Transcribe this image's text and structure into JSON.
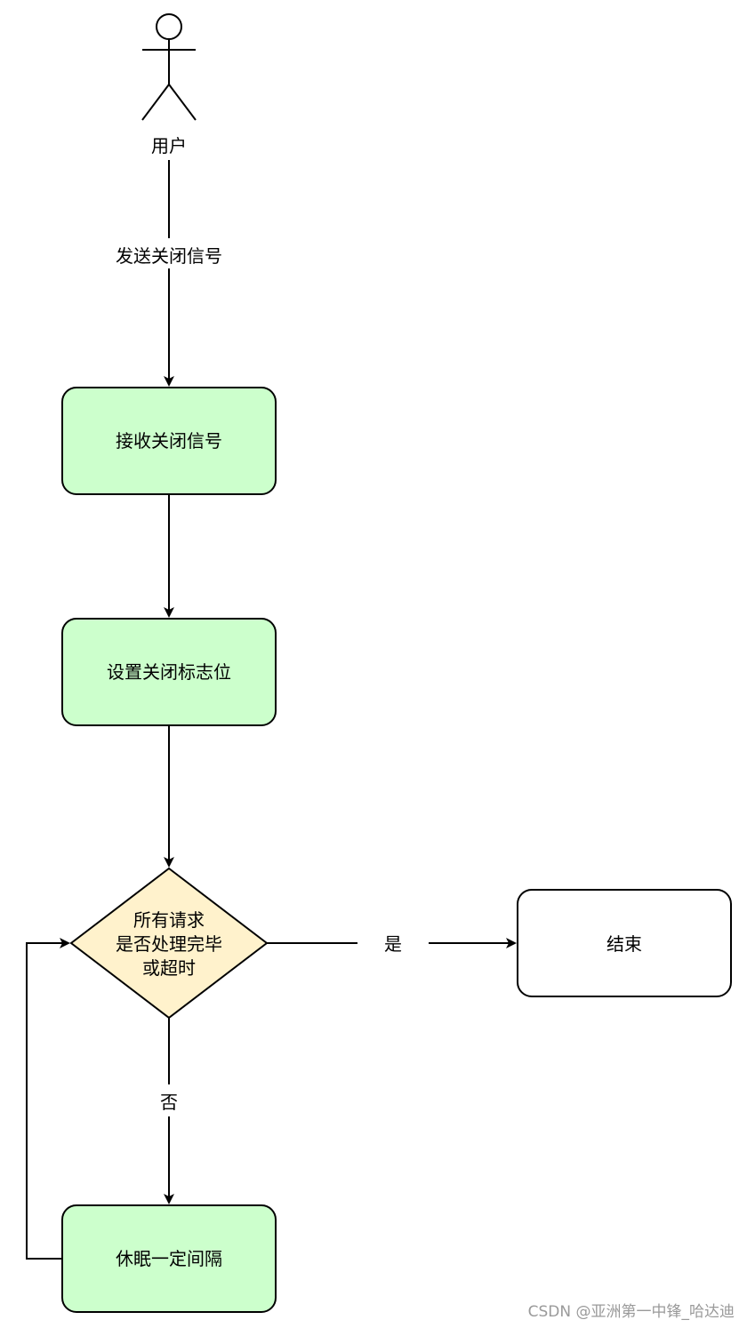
{
  "diagram": {
    "actor": {
      "label": "用户"
    },
    "nodes": {
      "receive": {
        "label": "接收关闭信号"
      },
      "set_flag": {
        "label": "设置关闭标志位"
      },
      "decision": {
        "lines": [
          "所有请求",
          "是否处理完毕",
          "或超时"
        ]
      },
      "end": {
        "label": "结束"
      },
      "sleep": {
        "label": "休眠一定间隔"
      }
    },
    "edges": {
      "send_signal": {
        "label": "发送关闭信号"
      },
      "yes": {
        "label": "是"
      },
      "no": {
        "label": "否"
      }
    },
    "colors": {
      "process_fill": "#ccffcc",
      "decision_fill": "#fff2cc",
      "end_fill": "#ffffff",
      "stroke": "#000000"
    }
  },
  "watermark": {
    "text": "CSDN @亚洲第一中锋_哈达迪"
  }
}
